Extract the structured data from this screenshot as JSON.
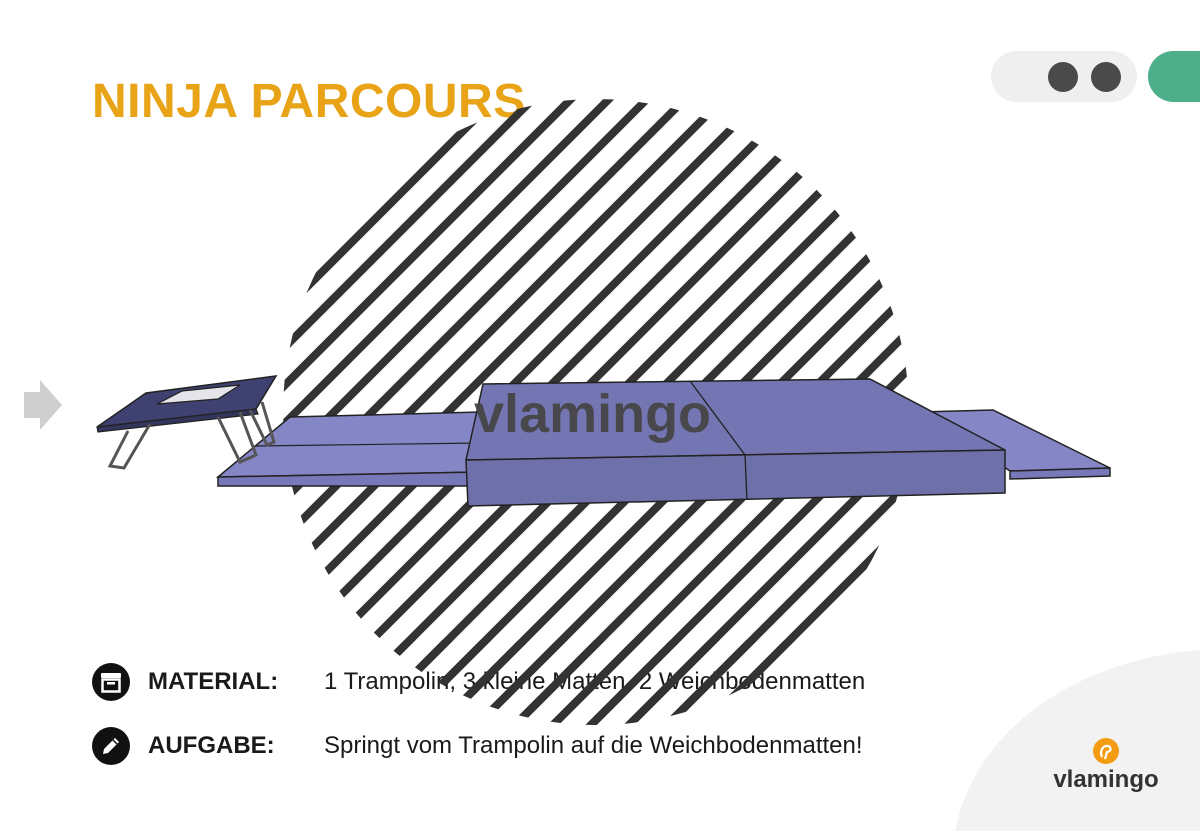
{
  "header": {
    "title": "NINJA PARCOURS"
  },
  "watermark": {
    "text": "vlamingo"
  },
  "brand": {
    "name": "vlamingo"
  },
  "info": [
    {
      "label": "MATERIAL:",
      "value": "1 Trampolin, 3 kleine Matten, 2 Weichbodenmatten",
      "icon": "archive-box-icon"
    },
    {
      "label": "AUFGABE:",
      "value": "Springt vom Trampolin auf die Weichbodenmatten!",
      "icon": "pencil-icon"
    }
  ],
  "colors": {
    "title": "#e8a317",
    "accent_green": "#4caf8a",
    "mat_light": "#8486c6",
    "mat_dark": "#6b6ea8",
    "stripes": "#333333",
    "brand_orange": "#f39c12"
  }
}
